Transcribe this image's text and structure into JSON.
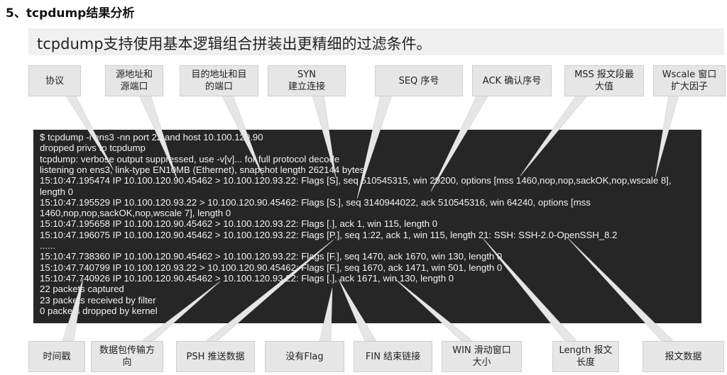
{
  "heading": "5、tcpdump结果分析",
  "banner": "tcpdump支持使用基本逻辑组合拼装出更精细的过滤条件。",
  "terminal_lines": [
    "$ tcpdump -i ens3 -nn  port 22 and host 10.100.120.90",
    "dropped privs to tcpdump",
    "tcpdump: verbose output suppressed, use -v[v]... for full protocol decode",
    "listening on ens3, link-type EN10MB (Ethernet), snapshot length 262144  bytes",
    "15:10:47.195474  IP 10.100.120.90.45462  > 10.100.120.93.22:  Flags [S], seq 510545315,  win 29200,  options [mss 1460,nop,nop,sackOK,nop,wscale 8],",
    "length 0",
    "15:10:47.195529  IP 10.100.120.93.22  > 10.100.120.90.45462:  Flags [S.], seq 3140944022,  ack 510545316,  win 64240,  options [mss",
    "1460,nop,nop,sackOK,nop,wscale 7], length 0",
    "15:10:47.195658  IP 10.100.120.90.45462  > 10.100.120.93.22:  Flags [.], ack 1, win 115, length 0",
    "15:10:47.196075  IP 10.100.120.90.45462  > 10.100.120.93.22:  Flags [P.], seq 1:22, ack 1, win 115, length 21: SSH: SSH-2.0-OpenSSH_8.2",
    "......",
    "15:10:47.738360  IP 10.100.120.90.45462  > 10.100.120.93.22:  Flags [F.], seq 1470, ack 1670, win 130, length 0",
    "15:10:47.740799  IP 10.100.120.93.22  > 10.100.120.90.45462:  Flags [F.], seq 1670, ack 1471, win 501, length 0",
    "15:10:47.740926  IP 10.100.120.90.45462  > 10.100.120.93.22:  Flags [.], ack 1671, win 130, length 0",
    "22 packets captured",
    "23 packets received by filter",
    "0 packets dropped by kernel"
  ],
  "top_labels": [
    "协议",
    "源地址和\n源端口",
    "目的地址和目\n的端口",
    "SYN\n建立连接",
    "SEQ  序号",
    "ACK 确认序号",
    "MSS 报文段最\n大值",
    "Wscale 窗口\n扩大因子"
  ],
  "bottom_labels": [
    "时间戳",
    "数据包传输方\n向",
    "PSH 推送数据",
    "没有Flag",
    "FIN 结束链接",
    "WIN 滑动窗口\n大小",
    "Length 报文\n长度",
    "报文数据"
  ]
}
